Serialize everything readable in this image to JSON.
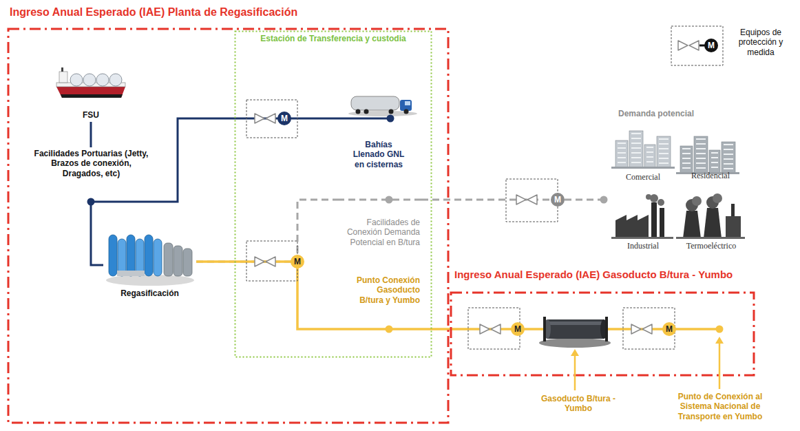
{
  "diagram": {
    "nodes": [
      {
        "text": [
          "Ingreso Anual Esperado (IAE) Planta de Regasificación"
        ]
      },
      {
        "text": [
          "FSU"
        ],
        "in": 0
      },
      {
        "text": [
          "Facilidades Portuarias (Jetty, Brazos de conexión, Dragados, etc)"
        ],
        "in": 0
      },
      {
        "text": [
          "Regasificación"
        ],
        "in": 0
      },
      {
        "text": [
          "Estación de Transferencia y custodia"
        ],
        "in": 0
      },
      {
        "text": [
          "Bahías Llenado GNL en cisternas"
        ],
        "in": 4
      },
      {
        "text": [
          "Facilidades de Conexión Demanda Potencial en B/tura"
        ],
        "in": 4
      },
      {
        "text": [
          "Punto Conexión Gasoducto B/tura y Yumbo"
        ],
        "in": 4
      },
      {
        "text": [
          "Demanda potencial"
        ]
      },
      {
        "text": [
          "Comercial"
        ],
        "in": 8
      },
      {
        "text": [
          "Residencial"
        ],
        "in": 8
      },
      {
        "text": [
          "Industrial"
        ],
        "in": 8
      },
      {
        "text": [
          "Termoeléctrico"
        ],
        "in": 8
      },
      {
        "text": [
          "Ingreso Anual Esperado (IAE) Gasoducto B/tura - Yumbo"
        ]
      },
      {
        "text": [
          "Gasoducto B/tura - Yumbo"
        ],
        "in": 13
      },
      {
        "text": [
          "Punto de Conexión al Sistema Nacional de Transporte en Yumbo"
        ],
        "in": 13
      }
    ],
    "edges": [
      {
        "from": 1,
        "to": 2,
        "arrow": "none"
      },
      {
        "from": 2,
        "to": 5,
        "arrow": "none"
      },
      {
        "from": 2,
        "to": 3,
        "arrow": "none"
      },
      {
        "from": 3,
        "to": 6,
        "arrow": "none"
      },
      {
        "from": 3,
        "to": 7,
        "arrow": "none"
      },
      {
        "from": 6,
        "to": 8,
        "arrow": "none"
      },
      {
        "from": 7,
        "to": 14,
        "arrow": "none"
      },
      {
        "from": 14,
        "to": 15,
        "arrow": "none"
      }
    ],
    "labels": [
      "M",
      "M",
      "M",
      "M",
      "M",
      "M"
    ],
    "legend": [
      {
        "text": "Equipos de protección y medida"
      }
    ]
  }
}
